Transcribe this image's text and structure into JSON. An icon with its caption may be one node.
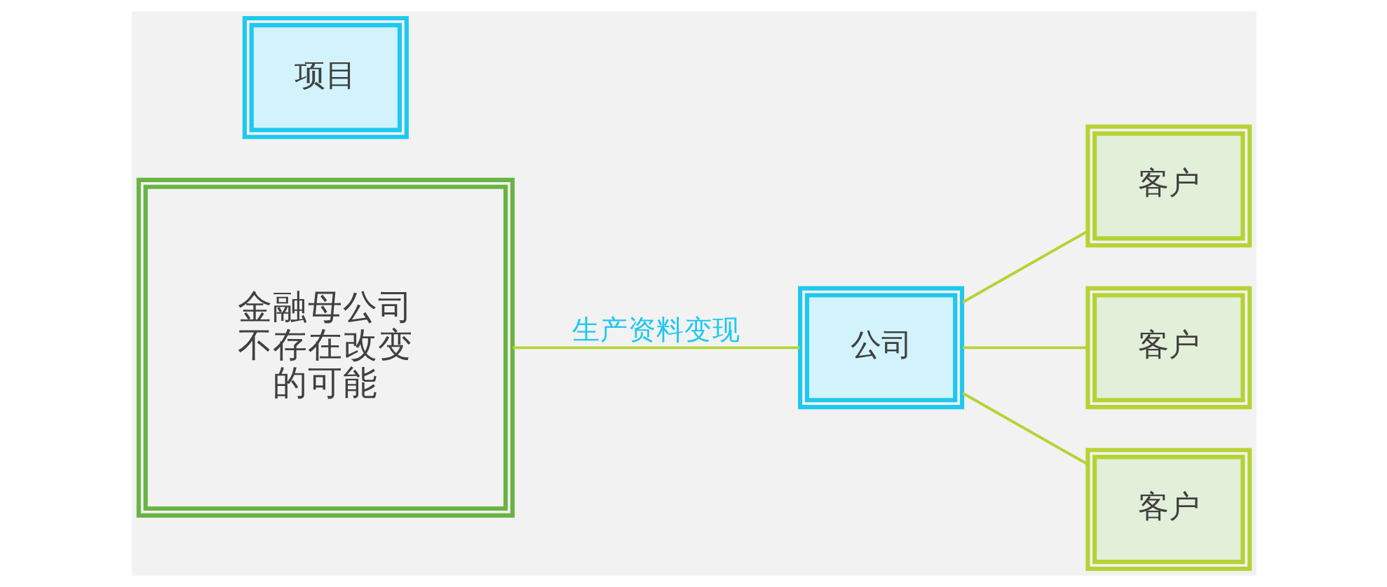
{
  "diagram": {
    "nodes": [
      {
        "text": [
          "金融母公司不存在改变的可能"
        ]
      },
      {
        "text": [
          "项目"
        ]
      },
      {
        "text": [
          "公司"
        ]
      },
      {
        "text": [
          "客户"
        ]
      },
      {
        "text": [
          "客户"
        ]
      },
      {
        "text": [
          "客户"
        ]
      }
    ],
    "edges": [
      {
        "from": 0,
        "to": 2,
        "arrow": "none",
        "label": "生产资料变现"
      },
      {
        "from": 2,
        "to": 3,
        "arrow": "none"
      },
      {
        "from": 2,
        "to": 4,
        "arrow": "none"
      },
      {
        "from": 2,
        "to": 5,
        "arrow": "none"
      }
    ]
  }
}
